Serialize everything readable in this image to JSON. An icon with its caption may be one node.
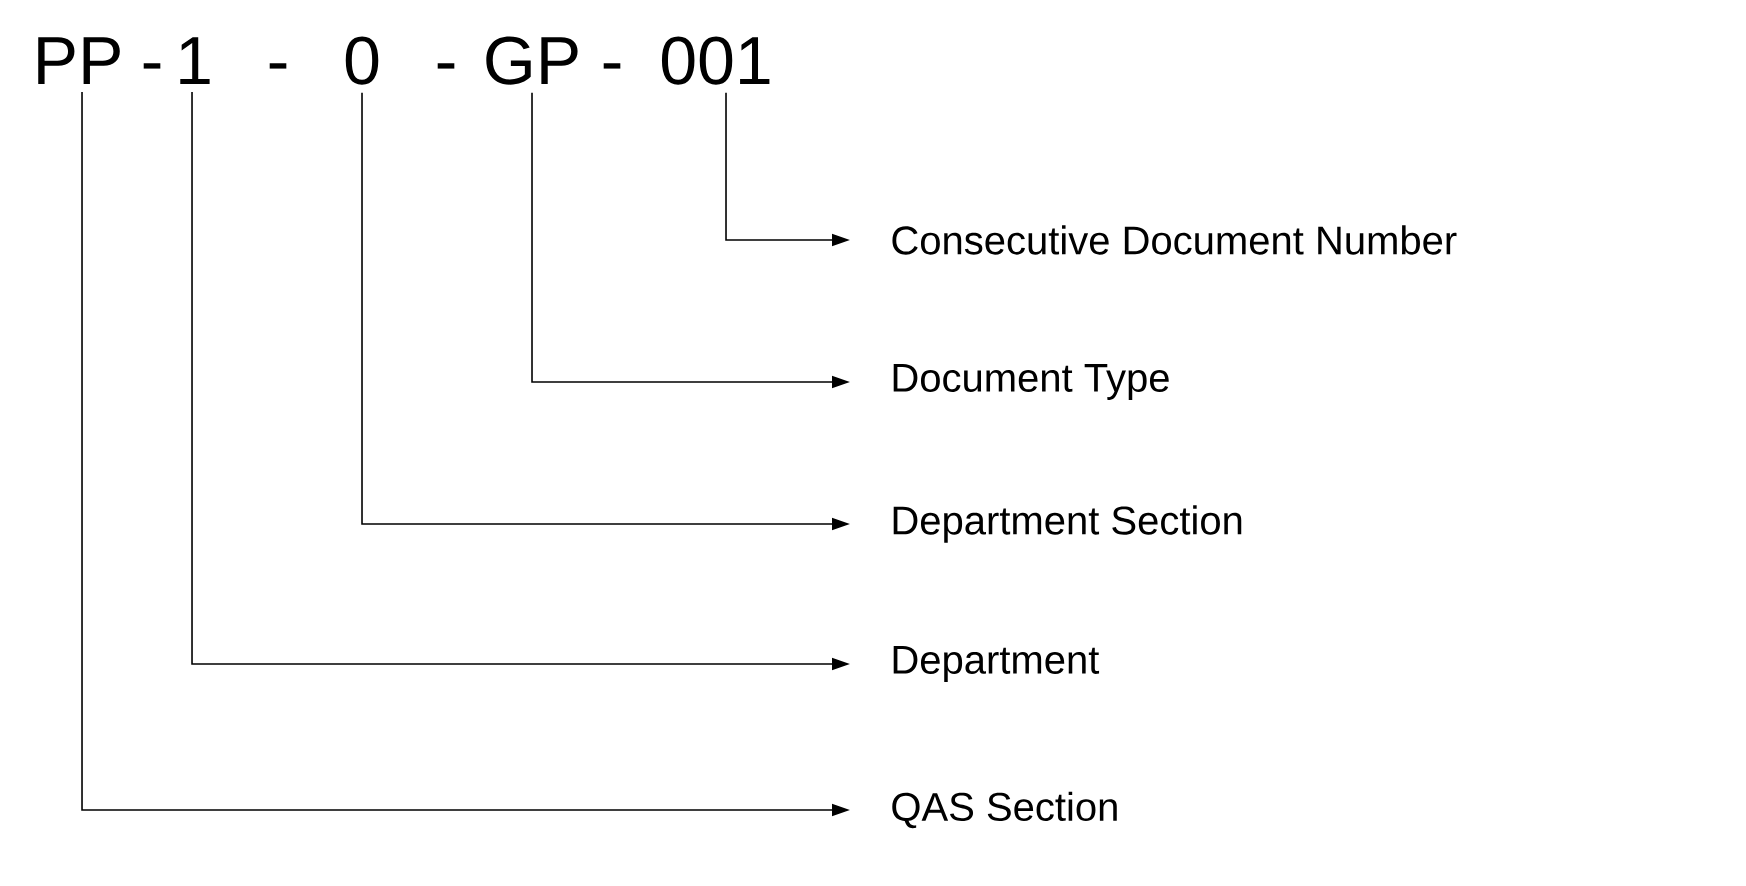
{
  "diagram": {
    "nodes": [
      {
        "text": [
          "PP"
        ]
      },
      {
        "text": [
          "1"
        ]
      },
      {
        "text": [
          "0"
        ]
      },
      {
        "text": [
          "GP"
        ]
      },
      {
        "text": [
          "001"
        ]
      },
      {
        "text": [
          "Consecutive Document Number"
        ]
      },
      {
        "text": [
          "Document Type"
        ]
      },
      {
        "text": [
          "Department Section"
        ]
      },
      {
        "text": [
          "Department"
        ]
      },
      {
        "text": [
          "QAS Section"
        ]
      }
    ],
    "edges": [
      {
        "from": 4,
        "to": 5,
        "arrow": "to"
      },
      {
        "from": 3,
        "to": 6,
        "arrow": "to"
      },
      {
        "from": 2,
        "to": 7,
        "arrow": "to"
      },
      {
        "from": 1,
        "to": 8,
        "arrow": "to"
      },
      {
        "from": 0,
        "to": 9,
        "arrow": "to"
      }
    ],
    "labels": [
      "-",
      "-",
      "-",
      "-"
    ]
  }
}
